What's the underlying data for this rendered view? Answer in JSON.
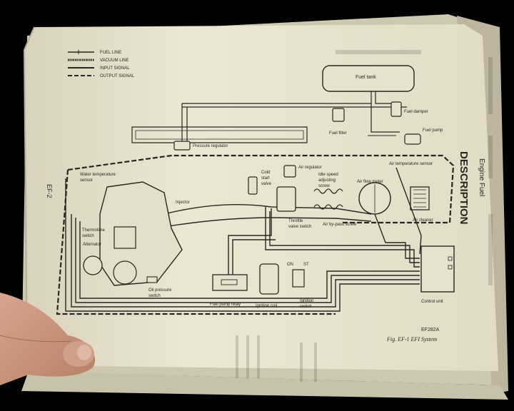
{
  "page": {
    "section_title": "DESCRIPTION",
    "running_head": "Engine Fuel",
    "page_number": "EF-2",
    "figure_code": "EF282A",
    "figure_caption": "Fig. EF-1  EFI System"
  },
  "legend": [
    {
      "label": "FUEL LINE"
    },
    {
      "label": "VACUUM LINE"
    },
    {
      "label": "INPUT SIGNAL"
    },
    {
      "label": "OUTPUT SIGNAL"
    }
  ],
  "components": {
    "fuel_tank": "Fuel tank",
    "fuel_damper": "Fuel damper",
    "fuel_filter": "Fuel filter",
    "fuel_pump": "Fuel pump",
    "pressure_regulator": "Pressure regulator",
    "cold_start_valve": [
      "Cold",
      "start",
      "valve"
    ],
    "air_regulator": "Air regulator",
    "idle_speed_screw": [
      "Idle speed",
      "adjusting",
      "screw"
    ],
    "air_temp_sensor": "Air temperature sensor",
    "air_flow_meter": "Air flow meter",
    "air_cleaner": "Air cleaner",
    "water_temp_sensor": [
      "Water temperature",
      "sensor"
    ],
    "injector": "Injector",
    "thermotime_switch": [
      "Thermotime",
      "switch"
    ],
    "alternator": "Alternator",
    "throttle_valve_switch": [
      "Throttle",
      "valve switch"
    ],
    "air_bypass_screw": "Air by-pass screw",
    "oil_pressure_switch": [
      "Oil pressure",
      "switch"
    ],
    "fuel_pump_relay": "Fuel pump relay",
    "ignition_coil": "Ignition coil",
    "ignition_switch": [
      "Ignition",
      "switch"
    ],
    "control_unit": "Control unit",
    "switch_on": "ON",
    "switch_st": "ST"
  }
}
